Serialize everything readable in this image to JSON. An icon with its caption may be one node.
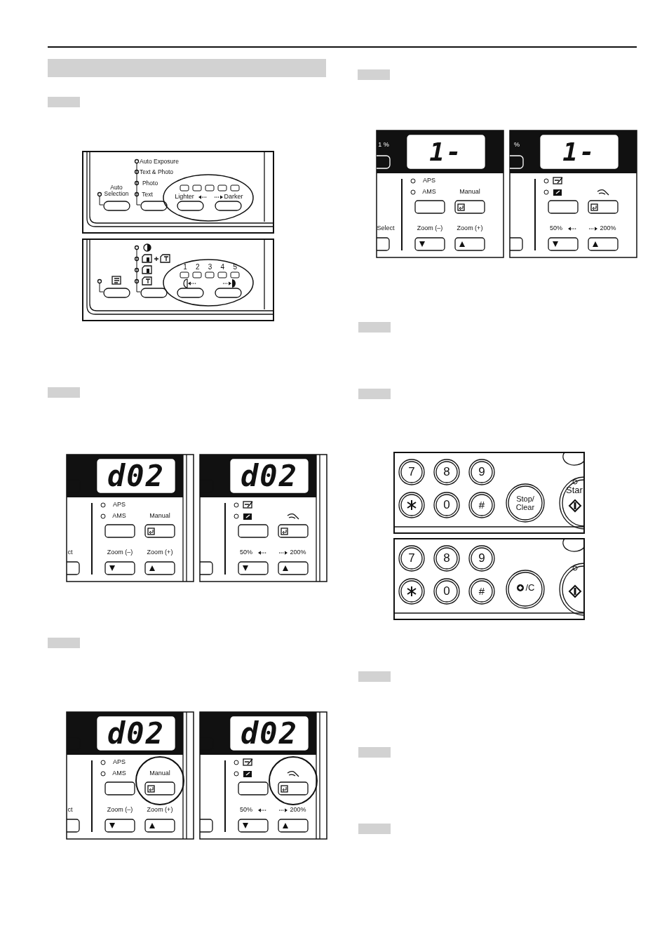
{
  "diagram": {
    "nodes": [
      {
        "text": [],
        "shape": "bar"
      },
      {
        "text": [],
        "shape": "bar"
      },
      {
        "text": [],
        "shape": "bar"
      },
      {
        "text": [],
        "shape": "bar"
      },
      {
        "text": [],
        "shape": "bar"
      },
      {
        "text": [],
        "shape": "bar"
      },
      {
        "text": [],
        "shape": "bar"
      },
      {
        "text": [],
        "shape": "bar"
      },
      {
        "text": [],
        "shape": "bar"
      },
      {
        "text": [],
        "shape": "bar"
      }
    ],
    "labels": [
      "Auto Exposure",
      "Text & Photo",
      "Photo",
      "Auto Selection",
      "Text",
      "Lighter",
      "Darker",
      "1",
      "2",
      "3",
      "4",
      "5",
      "1 %",
      "1-",
      "APS",
      "AMS",
      "Manual",
      "Select",
      "Zoom (–)",
      "Zoom (+)",
      "%",
      "1-",
      "50%",
      "200%",
      "d02",
      "APS",
      "AMS",
      "Manual",
      "ct",
      "Zoom (–)",
      "Zoom (+)",
      "d02",
      "50%",
      "200%",
      "d02",
      "APS",
      "AMS",
      "Manual",
      "ct",
      "Zoom (–)",
      "Zoom (+)",
      "d02",
      "50%",
      "200%",
      "7",
      "8",
      "9",
      "0",
      "#",
      "Stop/ Clear",
      "Star",
      "7",
      "8",
      "9",
      "0",
      "#",
      "/C"
    ]
  }
}
